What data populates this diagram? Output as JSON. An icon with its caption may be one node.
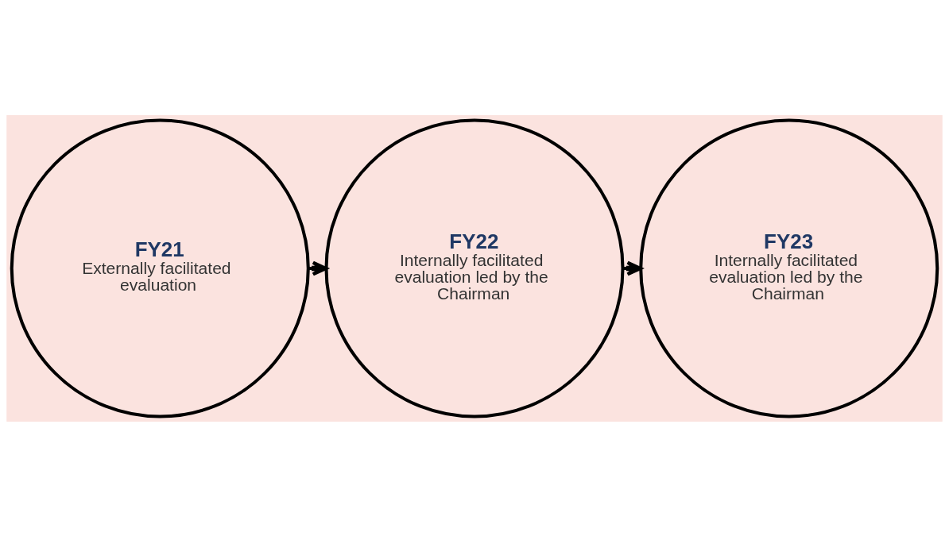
{
  "diagram": {
    "nodes": [
      {
        "text": [
          "FY21",
          "Externally facilitated evaluation"
        ]
      },
      {
        "text": [
          "FY22",
          "Internally facilitated evaluation led by the Chairman"
        ]
      },
      {
        "text": [
          "FY23",
          "Internally facilitated evaluation led by the Chairman"
        ]
      }
    ],
    "edges": [
      {
        "from": 0,
        "to": 1,
        "arrow": "to"
      },
      {
        "from": 1,
        "to": 2,
        "arrow": "to"
      }
    ]
  }
}
